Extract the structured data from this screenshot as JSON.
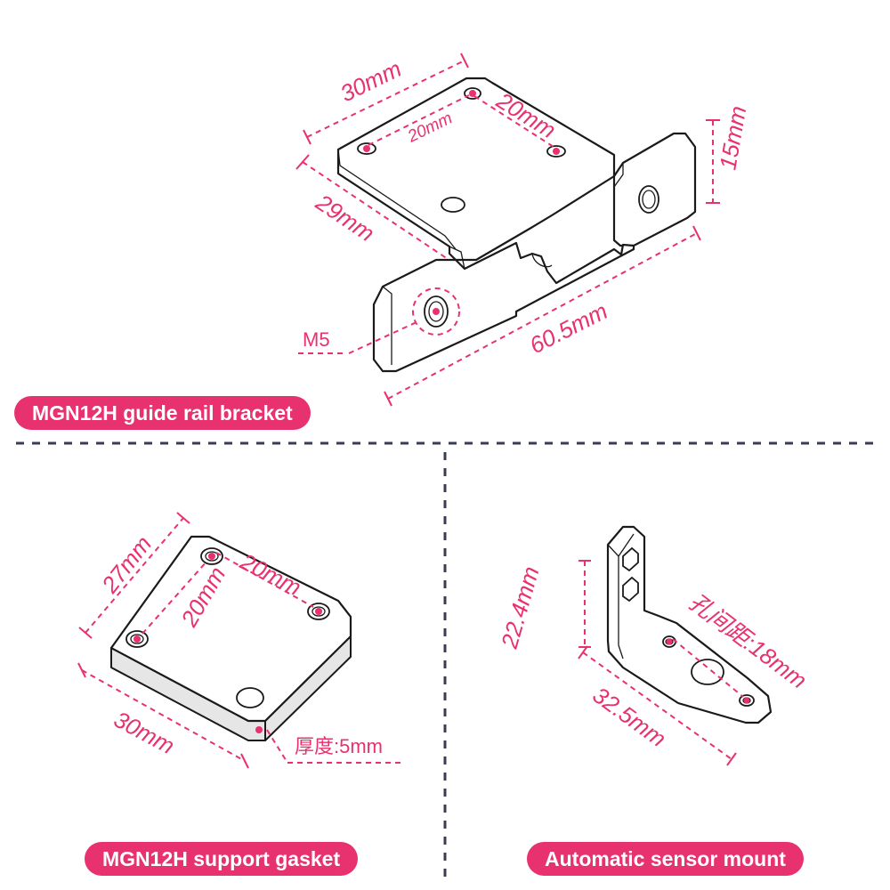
{
  "sections": {
    "bracket": {
      "title": "MGN12H guide rail bracket",
      "dims": {
        "width": "30mm",
        "hole_x": "20mm",
        "hole_y": "20mm",
        "depth": "29mm",
        "height": "15mm",
        "length": "60.5mm",
        "thread": "M5"
      }
    },
    "gasket": {
      "title": "MGN12H support gasket",
      "dims": {
        "depth": "27mm",
        "hole_x": "20mm",
        "hole_y": "20mm",
        "width": "30mm",
        "thickness": "厚度:5mm"
      }
    },
    "sensor": {
      "title": "Automatic sensor mount",
      "dims": {
        "height": "22.4mm",
        "hole_spacing": "孔间距:18mm",
        "length": "32.5mm"
      }
    }
  },
  "colors": {
    "accent": "#e8316f",
    "separator": "#3a3d52"
  }
}
